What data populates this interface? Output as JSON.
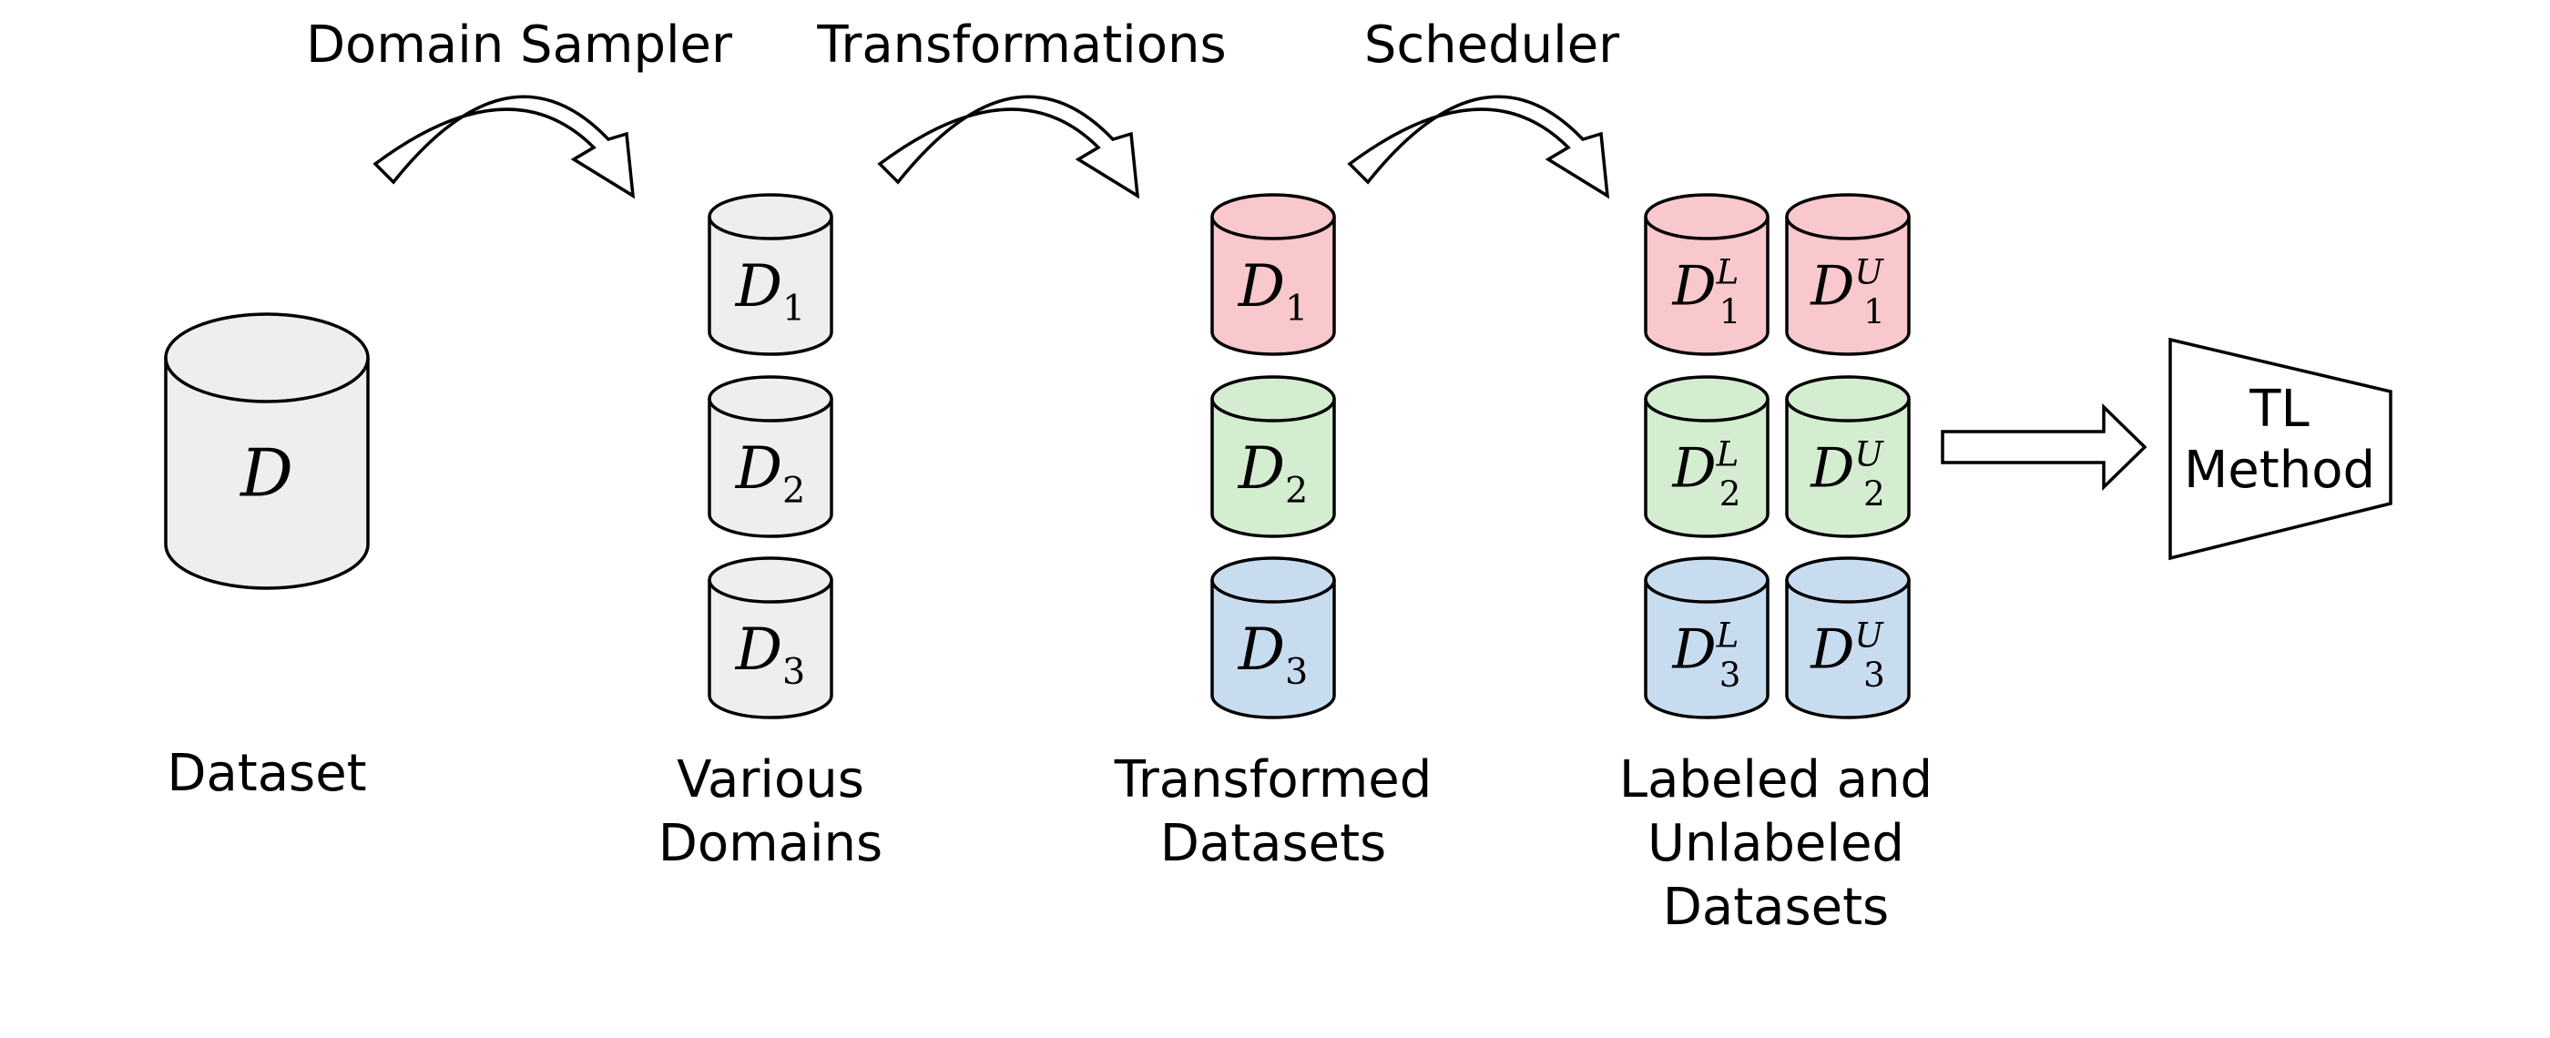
{
  "colors": {
    "gray": "#eeeeee",
    "red": "#f8c8cc",
    "green": "#d4ecd0",
    "blue": "#c8dcf0",
    "outline": "#000000"
  },
  "steps": {
    "domain_sampler": "Domain Sampler",
    "transformations": "Transformations",
    "scheduler": "Scheduler"
  },
  "dataset": {
    "symbol": "D",
    "caption": "Dataset"
  },
  "domains": {
    "items": [
      {
        "symbol": "D",
        "sub": "1"
      },
      {
        "symbol": "D",
        "sub": "2"
      },
      {
        "symbol": "D",
        "sub": "3"
      }
    ],
    "caption": [
      "Various",
      "Domains"
    ]
  },
  "transformed": {
    "items": [
      {
        "symbol": "D",
        "sub": "1"
      },
      {
        "symbol": "D",
        "sub": "2"
      },
      {
        "symbol": "D",
        "sub": "3"
      }
    ],
    "caption": [
      "Transformed",
      "Datasets"
    ]
  },
  "split": {
    "labeled_sup": "L",
    "unlabeled_sup": "U",
    "rows": [
      {
        "symbol": "D",
        "sub": "1"
      },
      {
        "symbol": "D",
        "sub": "2"
      },
      {
        "symbol": "D",
        "sub": "3"
      }
    ],
    "caption": [
      "Labeled and",
      "Unlabeled",
      "Datasets"
    ]
  },
  "method": {
    "lines": [
      "TL",
      "Method"
    ]
  }
}
